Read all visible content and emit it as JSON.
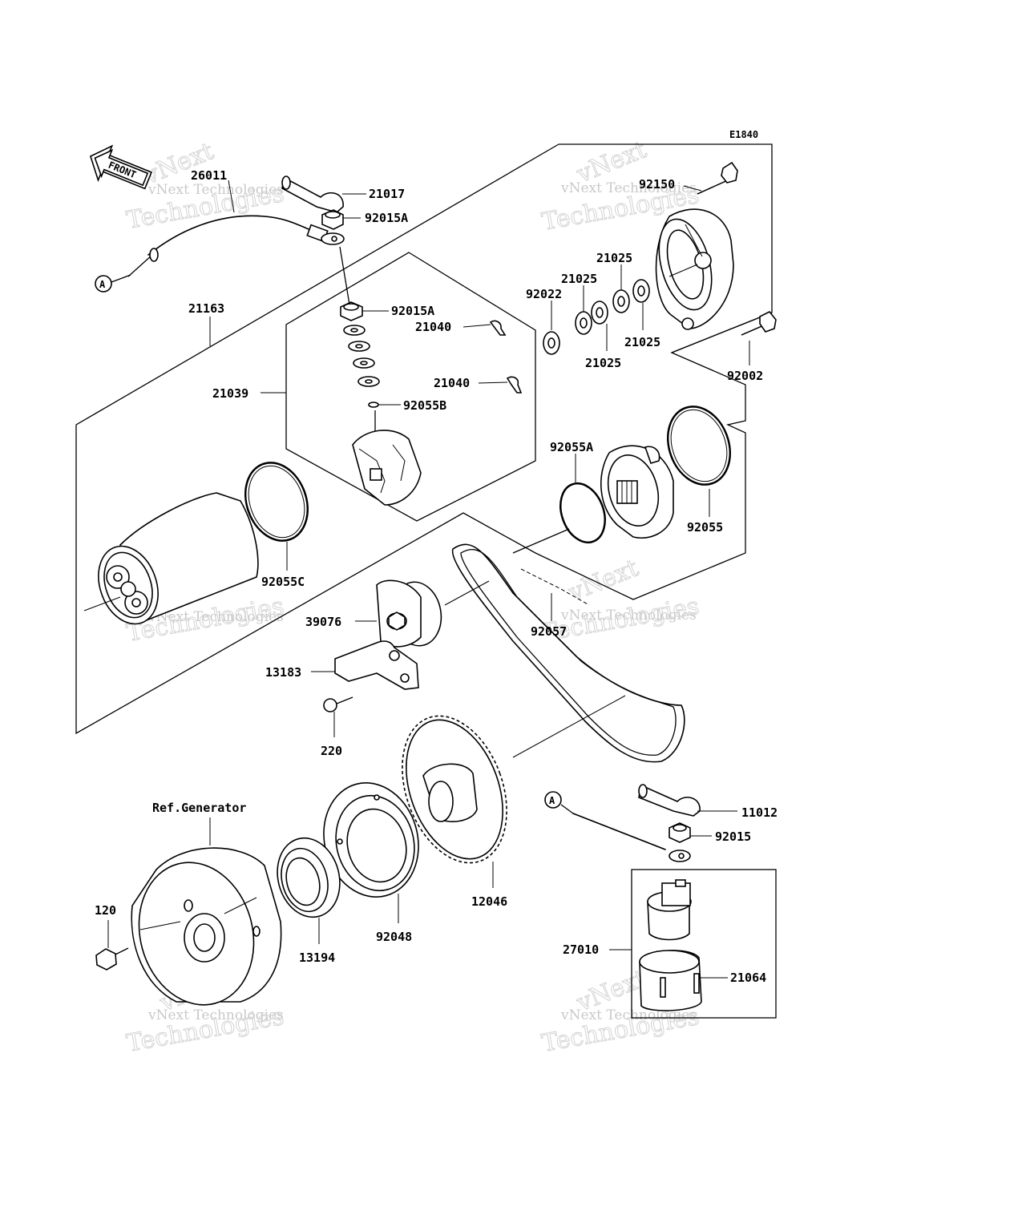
{
  "diagram_code": "E1840",
  "front_label": "FRONT",
  "ref_label": "Ref.Generator",
  "connector_letter": "A",
  "watermark": {
    "line1": "vNext Technologies",
    "line2a": "vNext",
    "line2b": "Technologies"
  },
  "parts": {
    "p26011": "26011",
    "p21017": "21017",
    "p92015A_top": "92015A",
    "p21163": "21163",
    "p92015A_mid": "92015A",
    "p21040_a": "21040",
    "p21040_b": "21040",
    "p21039": "21039",
    "p92055B": "92055B",
    "p92150": "92150",
    "p21025_a": "21025",
    "p21025_b": "21025",
    "p21025_c": "21025",
    "p21025_d": "21025",
    "p92022": "92022",
    "p92002": "92002",
    "p92055A": "92055A",
    "p92055": "92055",
    "p92055C": "92055C",
    "p39076": "39076",
    "p92057": "92057",
    "p13183": "13183",
    "p220": "220",
    "p11012": "11012",
    "p92015": "92015",
    "p12046": "12046",
    "p92048": "92048",
    "p13194": "13194",
    "p120": "120",
    "p27010": "27010",
    "p21064": "21064"
  }
}
